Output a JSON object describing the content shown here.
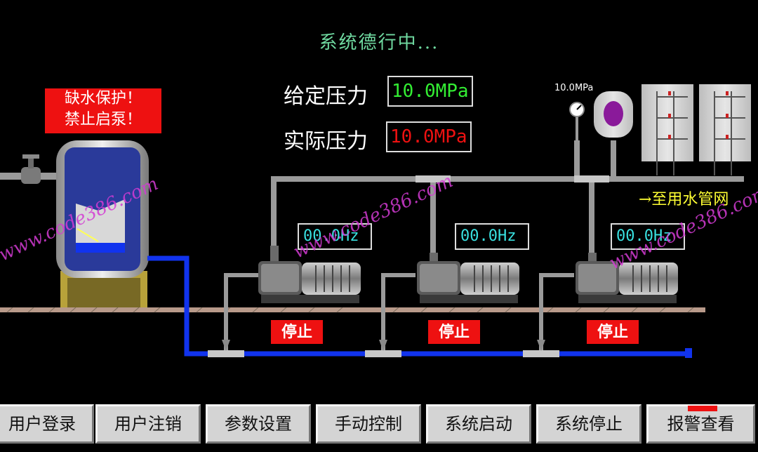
{
  "status": {
    "text": "系统德行中..."
  },
  "pressure": {
    "set_label": "给定压力",
    "set_value": "10.0MPa",
    "set_color": "#33ee33",
    "actual_label": "实际压力",
    "actual_value": "10.0MPa",
    "actual_color": "#ee1111"
  },
  "alarm": {
    "line1": "缺水保护！",
    "line2": "禁止启泵！"
  },
  "gauge": {
    "reading": "10.0MPa"
  },
  "destination": {
    "label": "→至用水管网"
  },
  "pumps": [
    {
      "frequency": "00.0Hz",
      "state": "停止"
    },
    {
      "frequency": "00.0Hz",
      "state": "停止"
    },
    {
      "frequency": "00.0Hz",
      "state": "停止"
    }
  ],
  "watermarks": [
    "www.code386.com",
    "www.code386.com",
    "www.code386.com"
  ],
  "menu": [
    "用户登录",
    "用户注销",
    "参数设置",
    "手动控制",
    "系统启动",
    "系统停止",
    "报警查看"
  ],
  "colors": {
    "pipe": "#9a9a9a",
    "water_pipe": "#1133ee",
    "tank": "#2a3a9a",
    "stand": "#b8a23a"
  }
}
